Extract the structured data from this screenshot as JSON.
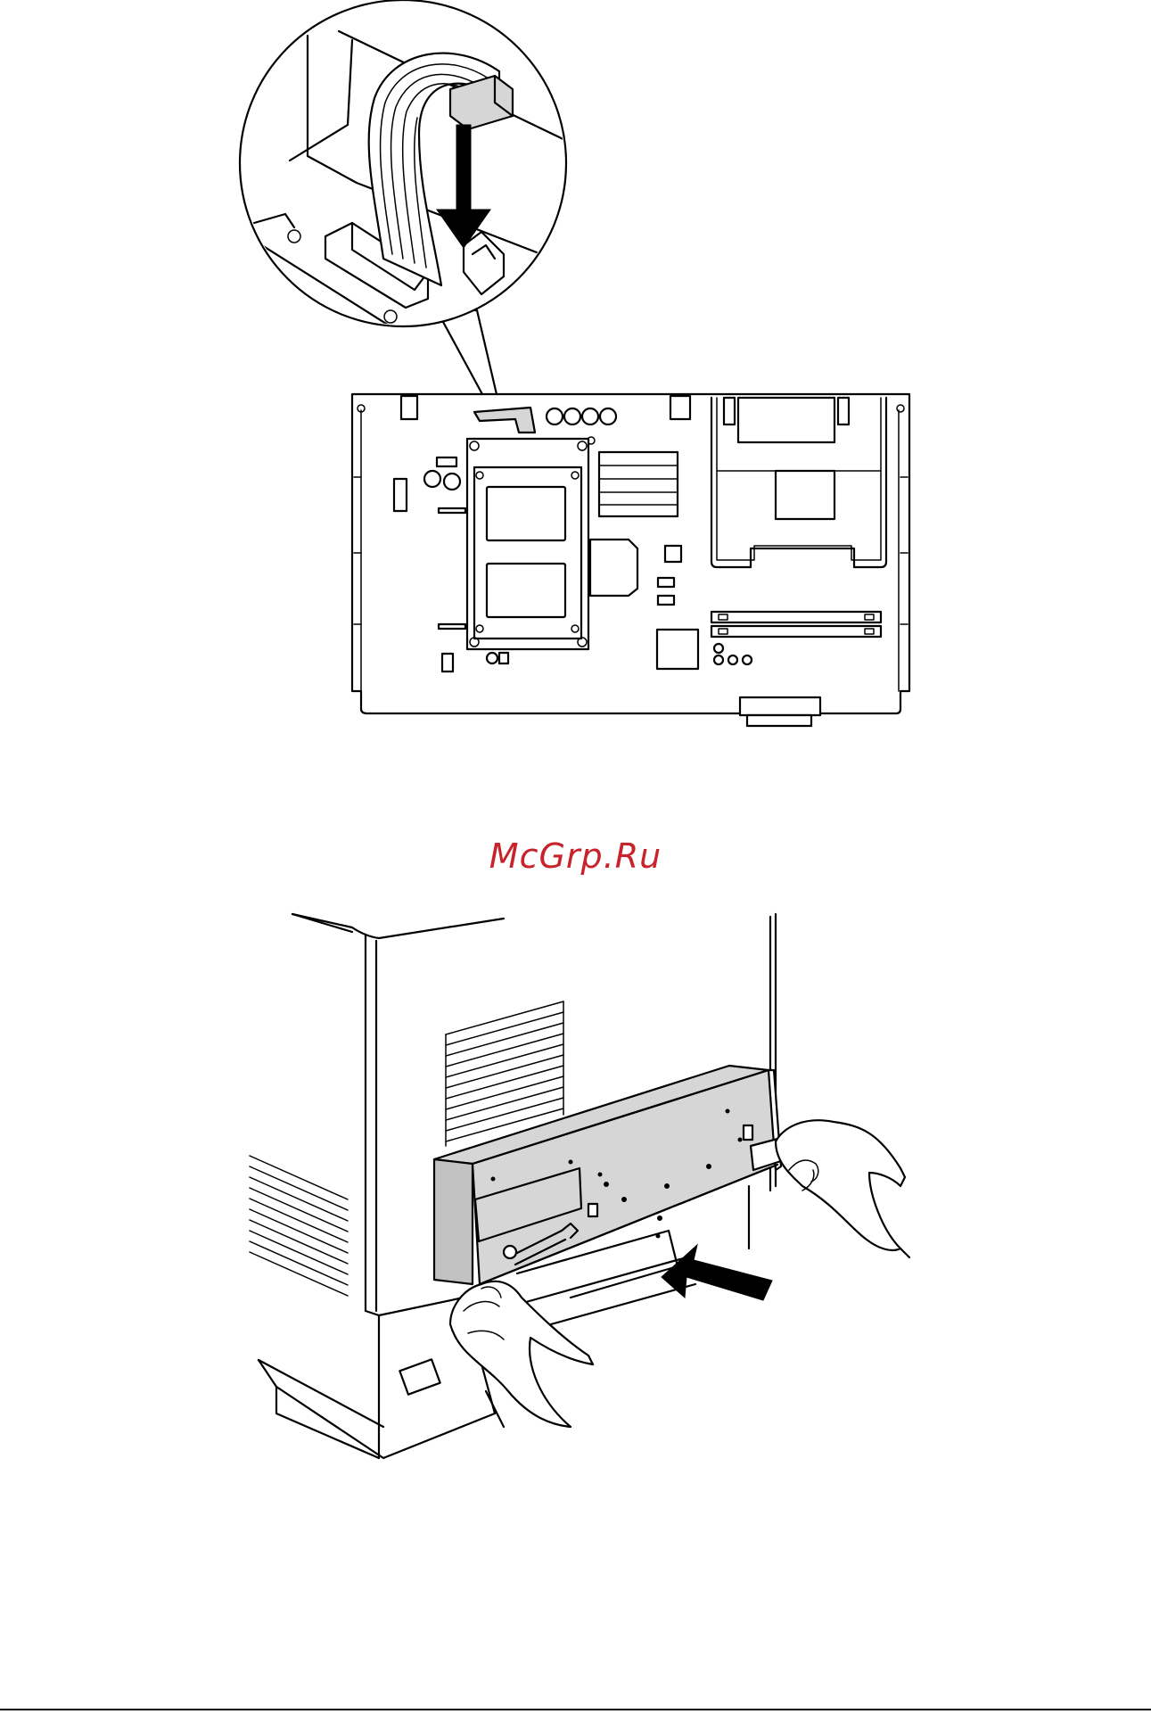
{
  "watermark": {
    "text": "McGrp.Ru",
    "color": "#c8222a"
  },
  "figures": [
    {
      "name": "ribbon-cable-connector-illustration"
    },
    {
      "name": "insert-board-into-printer-illustration"
    }
  ]
}
